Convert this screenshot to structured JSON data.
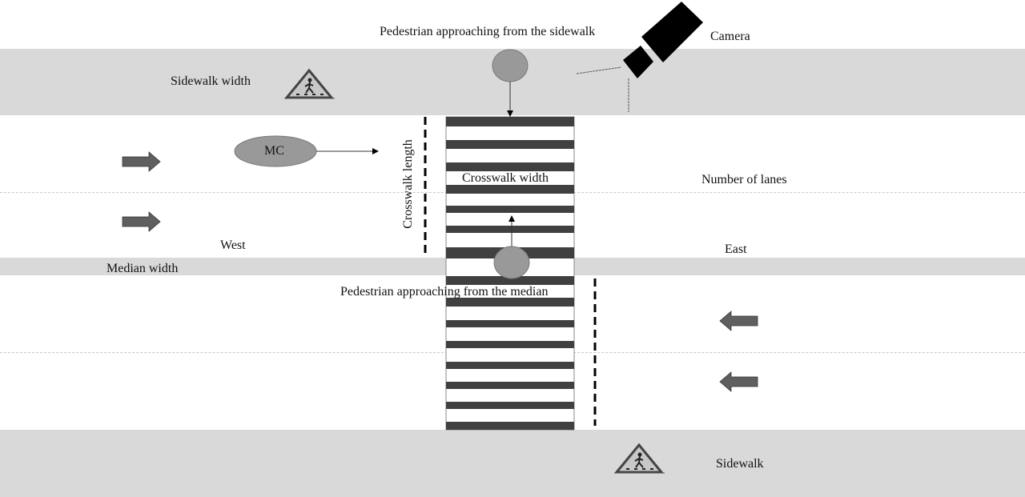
{
  "diagram": {
    "labels": {
      "pedestrian_sidewalk": "Pedestrian approaching from the sidewalk",
      "camera": "Camera",
      "sidewalk_width": "Sidewalk width",
      "mc": "MC",
      "crosswalk_length": "Crosswalk length",
      "crosswalk_width": "Crosswalk width",
      "number_of_lanes": "Number of lanes",
      "west": "West",
      "east": "East",
      "median_width": "Median width",
      "pedestrian_median": "Pedestrian approaching from the median",
      "sidewalk": "Sidewalk"
    },
    "lanes": {
      "westbound_count": 2,
      "eastbound_count": 2
    },
    "colors": {
      "sidewalk": "#d9d9d9",
      "stripe": "#404040",
      "arrow": "#5f5f5f",
      "pedestrian": "#999999",
      "camera": "#000000"
    },
    "icons": [
      "pedestrian-crossing-sign-icon",
      "camera-icon",
      "lane-arrow-icon"
    ]
  }
}
